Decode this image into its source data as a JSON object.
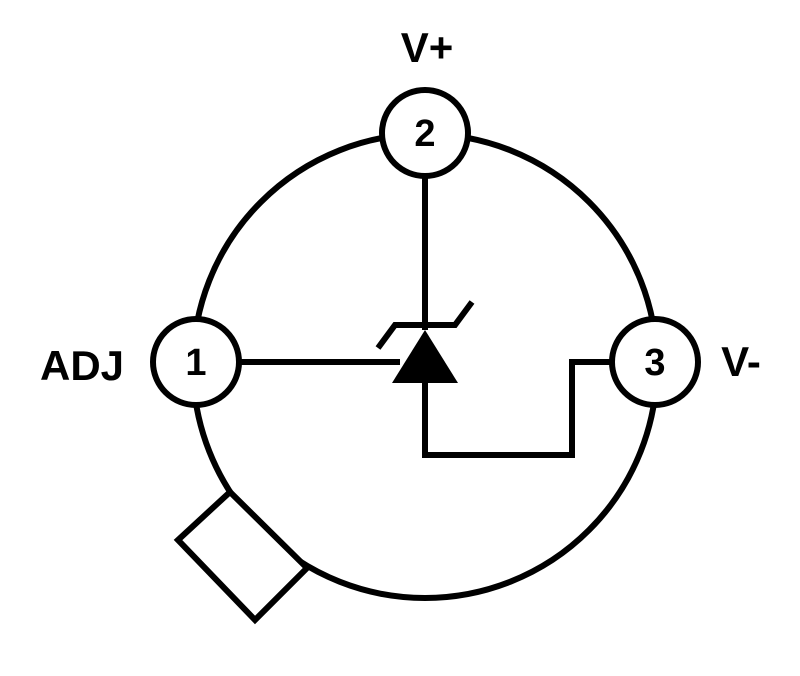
{
  "diagram": {
    "colors": {
      "stroke": "#000000",
      "fill": "#ffffff"
    },
    "pins": [
      {
        "number": "1",
        "name": "ADJ"
      },
      {
        "number": "2",
        "name": "V+"
      },
      {
        "number": "3",
        "name": "V-"
      }
    ],
    "symbol": "zener-diode"
  }
}
